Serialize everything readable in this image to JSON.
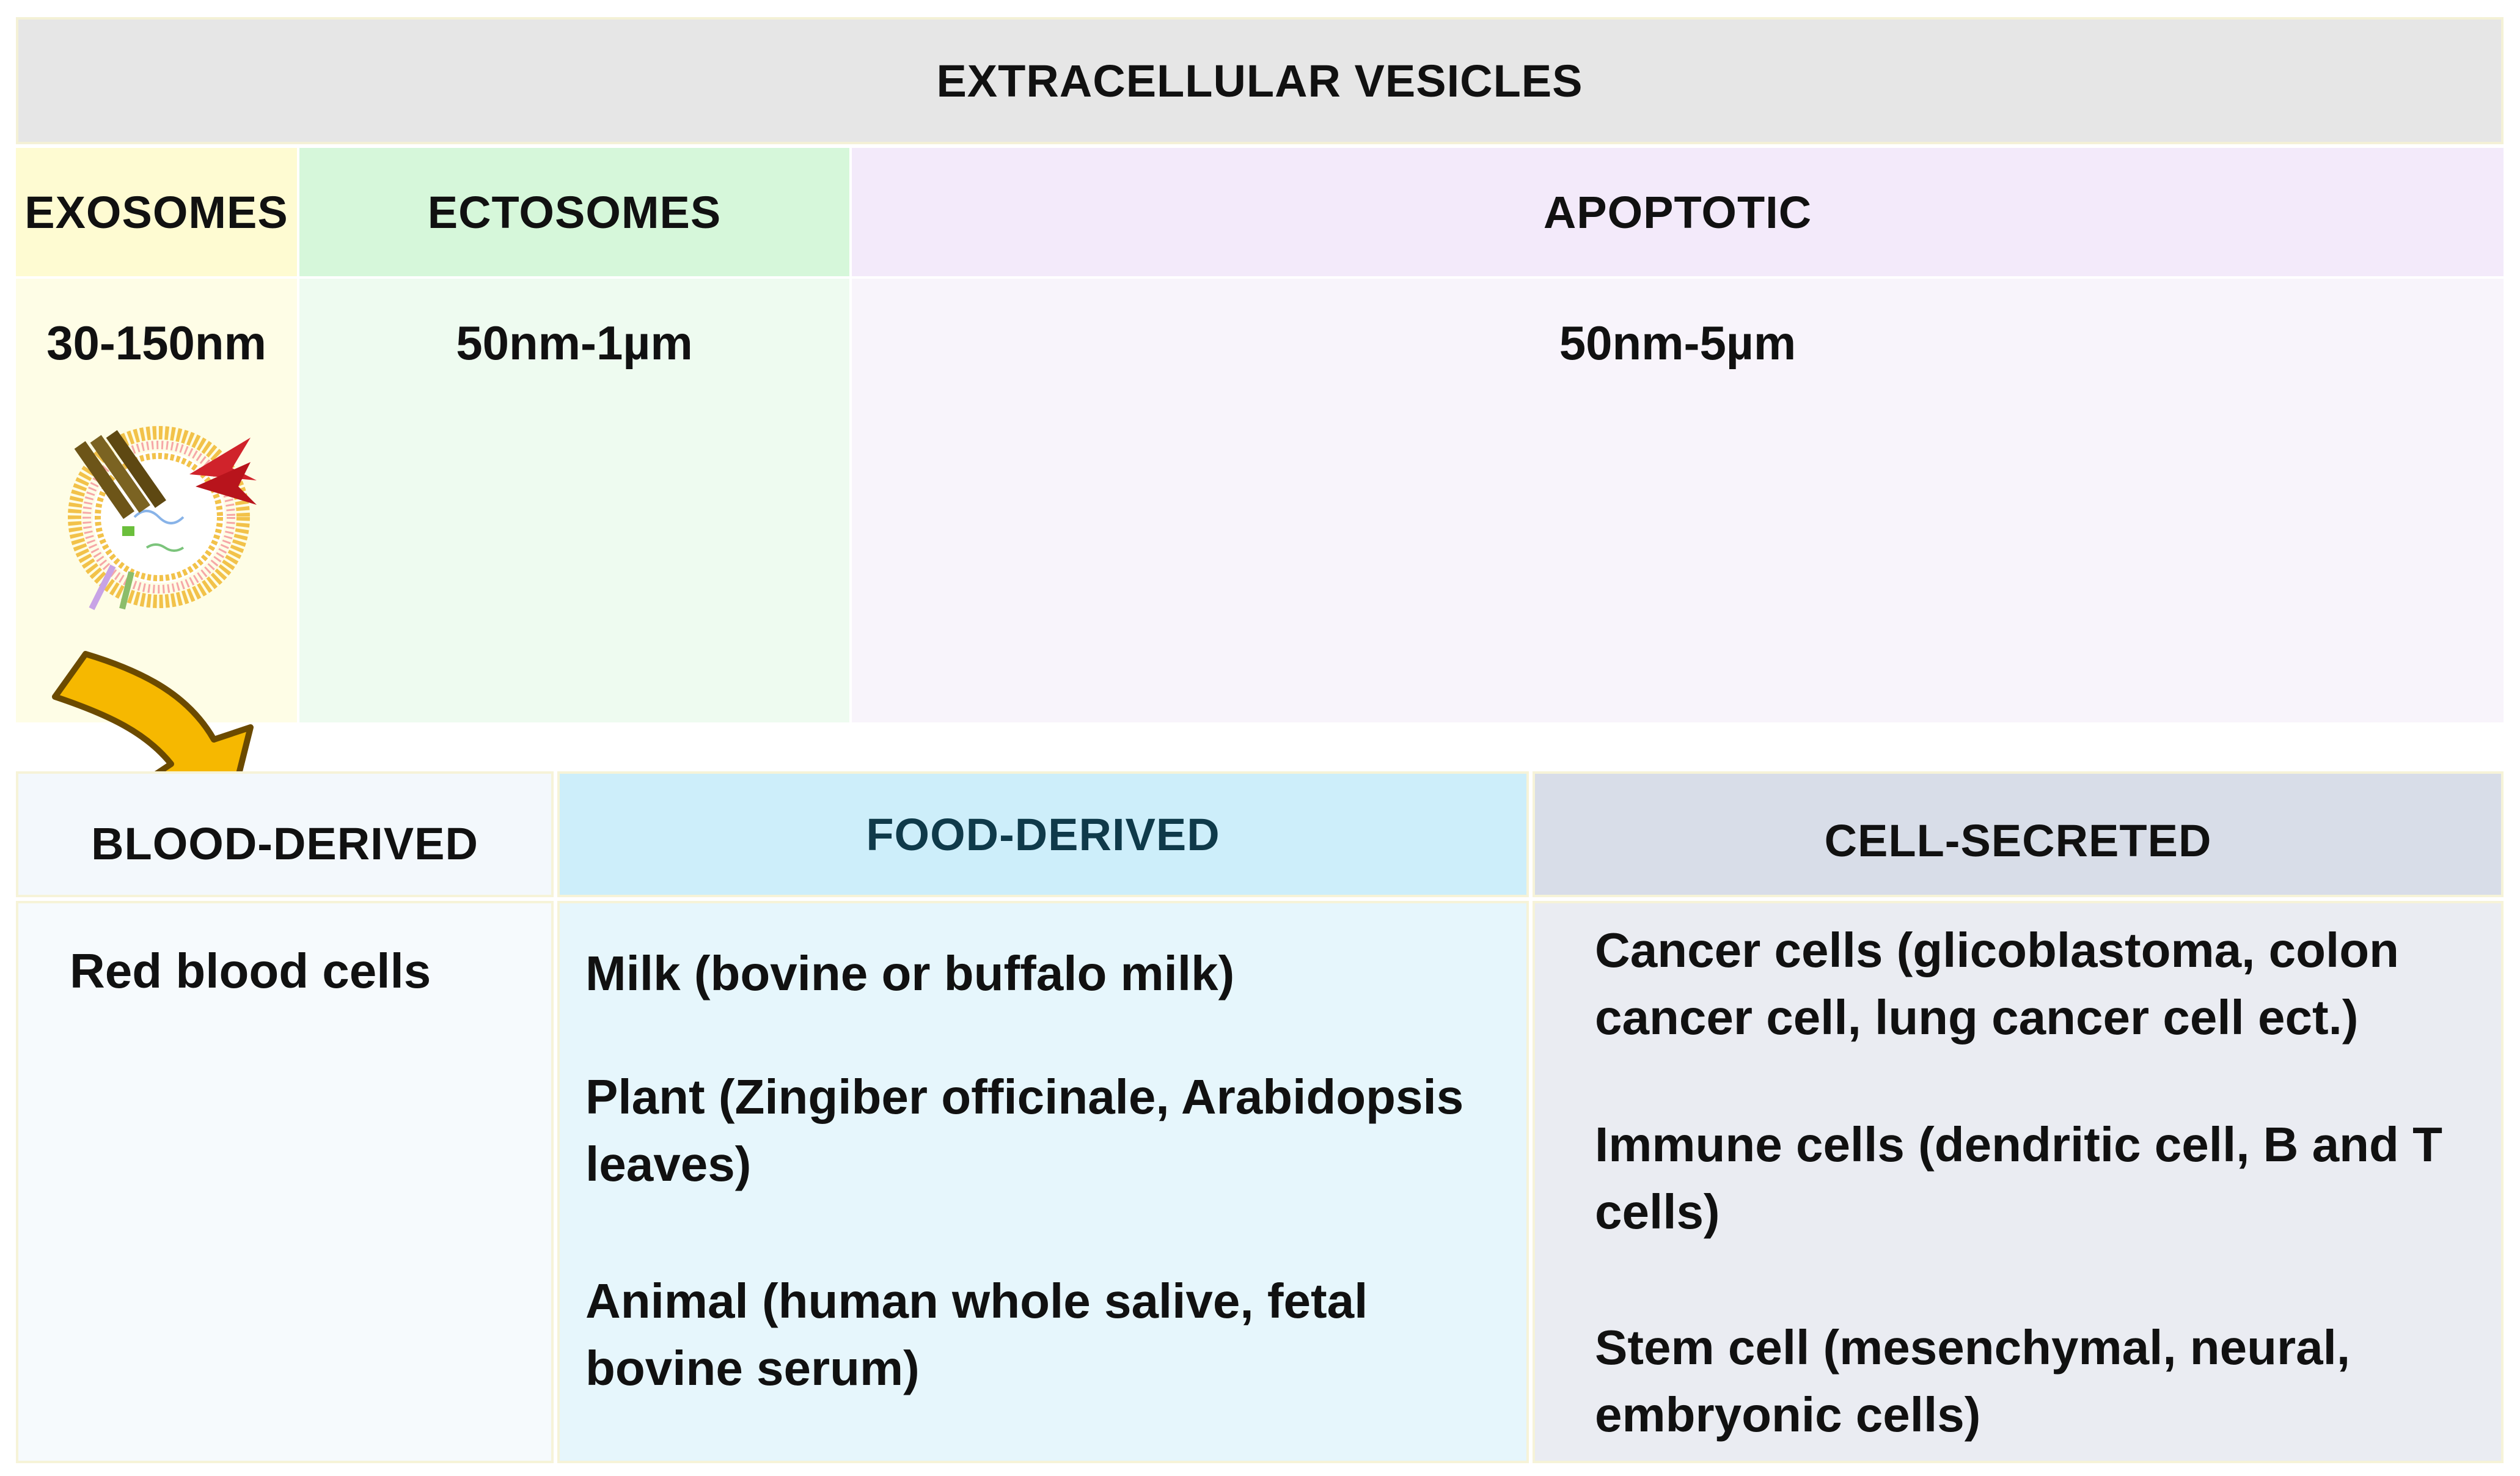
{
  "title": "EXTRACELLULAR VESICLES",
  "vesicle_types": [
    {
      "name": "EXOSOMES",
      "size": "30-150nm"
    },
    {
      "name": "ECTOSOMES",
      "size": "50nm-1µm"
    },
    {
      "name": "APOPTOTIC",
      "size": "50nm-5µm"
    }
  ],
  "sources": [
    {
      "name": "BLOOD-DERIVED",
      "items": [
        "Red blood cells"
      ]
    },
    {
      "name": "FOOD-DERIVED",
      "items": [
        "Milk (bovine or buffalo milk)",
        "Plant (Zingiber officinale, Arabidopsis leaves)",
        "Animal (human whole salive, fetal bovine serum)"
      ]
    },
    {
      "name": "CELL-SECRETED",
      "items": [
        "Cancer cells (glicoblastoma, colon cancer cell, lung cancer cell ect.)",
        "Immune cells (dendritic cell, B and T cells)",
        "Stem cell (mesenchymal, neural, embryonic cells)"
      ]
    }
  ],
  "icons": {
    "exosome": "exosome-illustration",
    "arrow": "curved-arrow-icon"
  },
  "colors": {
    "arrow": "#f6b800",
    "exosome_membrane": "#f2c24a"
  }
}
